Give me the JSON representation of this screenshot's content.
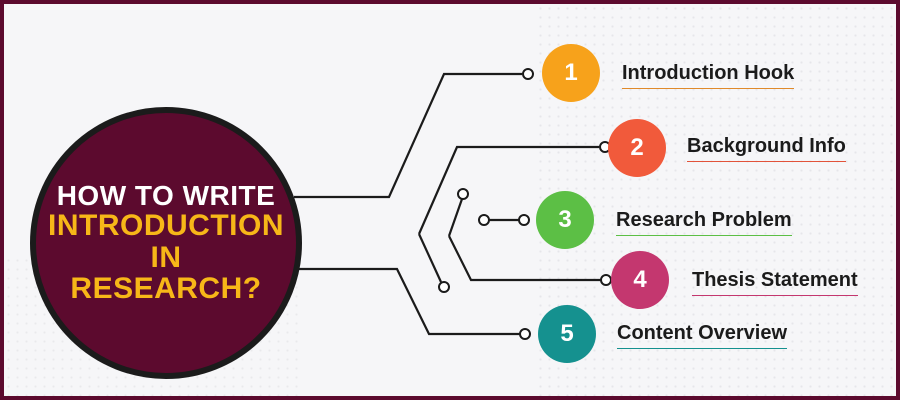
{
  "center": {
    "line1": "HOW TO WRITE",
    "line2": "INTRODUCTION IN",
    "line3": "RESEARCH?",
    "fill": "#5c0a2e",
    "accent": "#f7b718"
  },
  "steps": [
    {
      "number": "1",
      "label": "Introduction Hook",
      "color": "#f7a21b",
      "underline": "#e08a2a"
    },
    {
      "number": "2",
      "label": "Background Info",
      "color": "#f15a3b",
      "underline": "#e2533a"
    },
    {
      "number": "3",
      "label": "Research Problem",
      "color": "#5cbf45",
      "underline": "#5cbf45"
    },
    {
      "number": "4",
      "label": "Thesis Statement",
      "color": "#c4376f",
      "underline": "#c4376f"
    },
    {
      "number": "5",
      "label": "Content Overview",
      "color": "#15918f",
      "underline": "#15918f"
    }
  ]
}
